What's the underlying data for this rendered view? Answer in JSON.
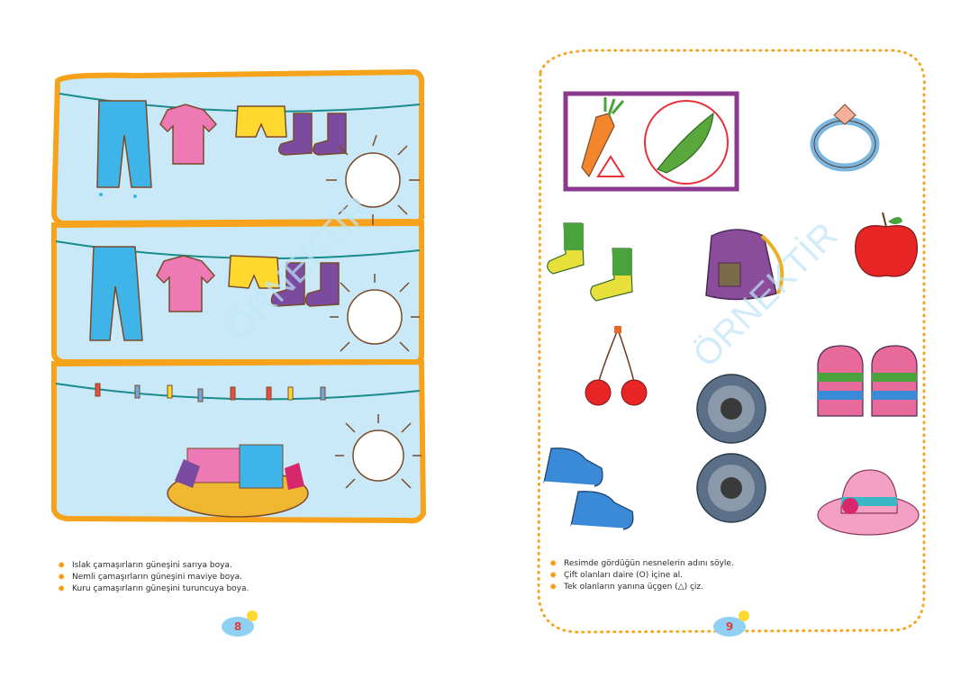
{
  "left_page": {
    "instructions": [
      "Islak çamaşırların güneşini sarıya boya.",
      "Nemli çamaşırların güneşini maviye boya.",
      "Kuru çamaşırların güneşini turuncuya boya."
    ],
    "page_number": "8"
  },
  "right_page": {
    "instructions": [
      "Resimde gördüğün nesnelerin adını söyle.",
      "Çift olanları daire (O) içine al.",
      "Tek olanların yanına üçgen (△) çiz."
    ],
    "page_number": "9"
  },
  "watermark": "ÖRNEKTİR",
  "colors": {
    "frame_orange": "#f7a21b",
    "sky_blue": "#c9e9f8",
    "purple_frame": "#8b3a8f",
    "dotted_border": "#f5a623",
    "page_number_red": "#e23b3b"
  }
}
